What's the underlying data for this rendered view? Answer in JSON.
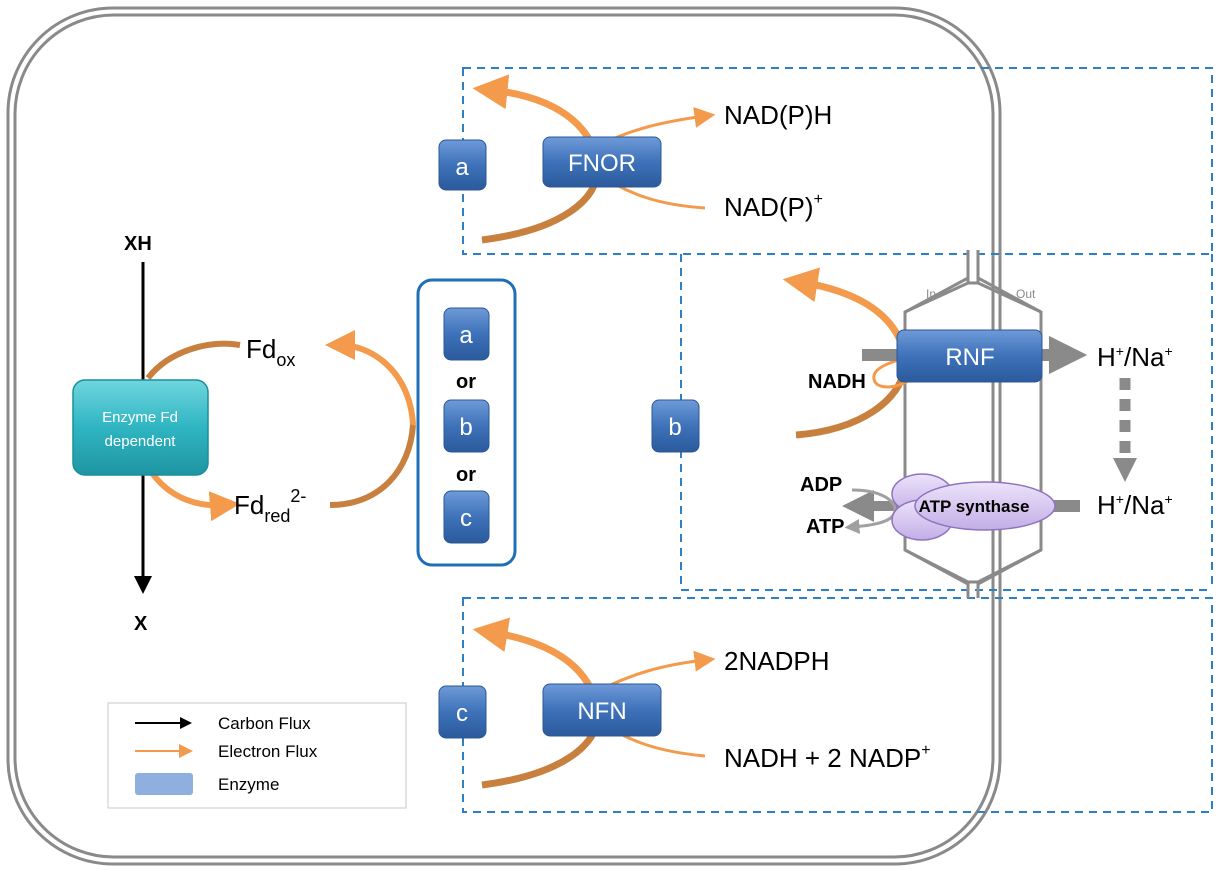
{
  "labels": {
    "xh": "XH",
    "x": "X",
    "fd_ox_main": "Fd",
    "fd_ox_sub": "ox",
    "fd_red_main": "Fd",
    "fd_red_sub": "red",
    "fd_red_sup": "2-",
    "enzyme_line1": "Enzyme Fd",
    "enzyme_line2": "dependent",
    "choice_a": "a",
    "choice_b": "b",
    "choice_c": "c",
    "or1": "or",
    "or2": "or",
    "tag_a": "a",
    "tag_b": "b",
    "tag_c": "c",
    "fnor": "FNOR",
    "nadph_top": "NAD(P)H",
    "nadp_top_main": "NAD(P)",
    "nadp_top_sup": "+",
    "rnf": "RNF",
    "in": "In",
    "out": "Out",
    "nadh_rnf": "NADH",
    "h_na_1": "H",
    "h_na_1_rest": "/Na",
    "h_na_2": "H",
    "h_na_2_rest": "/Na",
    "plus": "+",
    "adp": "ADP",
    "atp": "ATP",
    "atp_synthase": "ATP synthase",
    "nfn": "NFN",
    "nadph2": "2NADPH",
    "nadh_nadp": "NADH + 2 NADP",
    "nadh_nadp_sup": "+"
  },
  "legend": {
    "carbon": "Carbon Flux",
    "electron": "Electron Flux",
    "enzyme": "Enzyme"
  },
  "colors": {
    "enzyme_blue": "#3a6fb5",
    "enzyme_teal": "#2bb3c0",
    "electron_orange": "#f39a4c",
    "electron_brown": "#c8803f",
    "dashed_blue": "#2f7fc4",
    "membrane_gray": "#8a8a8a",
    "atp_purple": "#d4c4ee"
  }
}
